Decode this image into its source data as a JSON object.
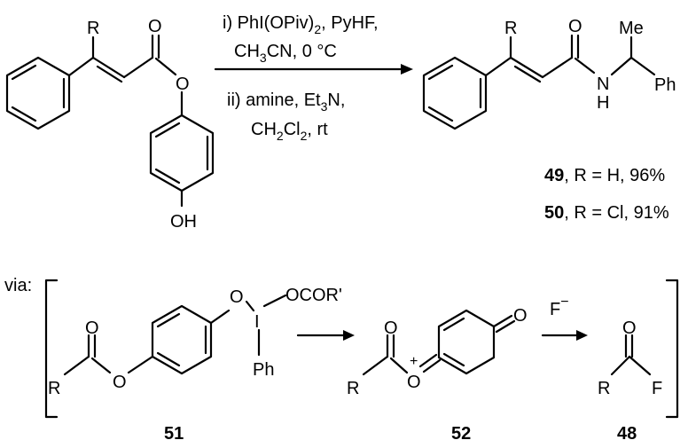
{
  "reaction": {
    "start_labels": {
      "r": "R",
      "o_carbonyl": "O",
      "o_ester": "O",
      "oh": "OH"
    },
    "conditions": {
      "line1": {
        "main": "i) PhI(OPiv)",
        "sub": "2",
        "tail": ", PyHF,"
      },
      "line2": {
        "a": "CH",
        "sub": "3",
        "b": "CN, 0 °C"
      },
      "line3": {
        "a": "ii) amine, Et",
        "sub": "3",
        "b": "N,"
      },
      "line4": {
        "a": "CH",
        "sub1": "2",
        "b": "Cl",
        "sub2": "2",
        "c": ", rt"
      }
    },
    "product_labels": {
      "r": "R",
      "o": "O",
      "nh_n": "N",
      "nh_h": "H",
      "me": "Me",
      "ph": "Ph"
    },
    "yields": [
      {
        "num": "49",
        "text": ", R = H, 96%"
      },
      {
        "num": "50",
        "text": ", R = Cl, 91%"
      }
    ]
  },
  "mechanism": {
    "via": "via:",
    "c51": {
      "r": "R",
      "o_top": "O",
      "o_ester": "O",
      "o_iodo": "O",
      "i": "I",
      "ocor": "OCOR'",
      "ph": "Ph",
      "label": "51"
    },
    "c52": {
      "r": "R",
      "o_top": "O",
      "o_plus": "O",
      "plus": "+",
      "o_quinone": "O",
      "label": "52"
    },
    "c48": {
      "f_minus": "F",
      "minus": "−",
      "r": "R",
      "o": "O",
      "f": "F",
      "label": "48"
    }
  }
}
